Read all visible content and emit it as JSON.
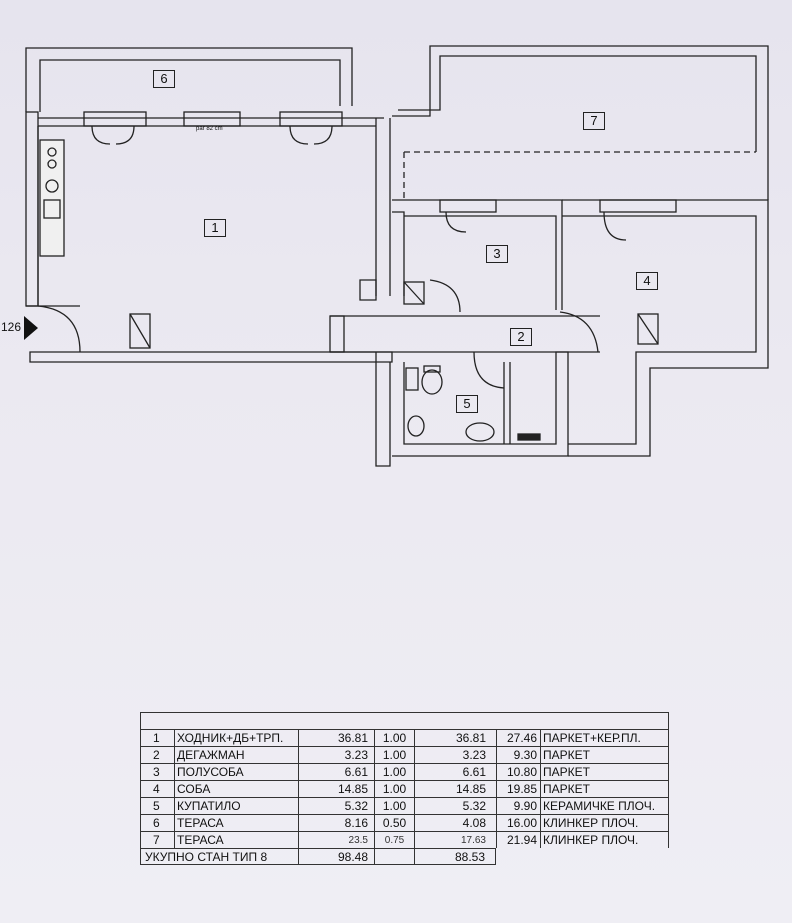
{
  "plan": {
    "entry_label": "126",
    "door_note": "par 82 cm",
    "rooms": [
      {
        "id": "1"
      },
      {
        "id": "2"
      },
      {
        "id": "3"
      },
      {
        "id": "4"
      },
      {
        "id": "5"
      },
      {
        "id": "6"
      },
      {
        "id": "7"
      }
    ]
  },
  "table": {
    "rows": [
      {
        "no": "1",
        "name": "ХОДНИК+ДБ+ТРП.",
        "area": "36.81",
        "coef": "1.00",
        "net": "36.81",
        "floor_area": "27.46",
        "material": "ПАРКЕТ+КЕР.ПЛ."
      },
      {
        "no": "2",
        "name": "ДЕГАЖМАН",
        "area": "3.23",
        "coef": "1.00",
        "net": "3.23",
        "floor_area": "9.30",
        "material": "ПАРКЕТ"
      },
      {
        "no": "3",
        "name": "ПОЛУСОБА",
        "area": "6.61",
        "coef": "1.00",
        "net": "6.61",
        "floor_area": "10.80",
        "material": "ПАРКЕТ"
      },
      {
        "no": "4",
        "name": "СОБА",
        "area": "14.85",
        "coef": "1.00",
        "net": "14.85",
        "floor_area": "19.85",
        "material": "ПАРКЕТ"
      },
      {
        "no": "5",
        "name": "КУПАТИЛО",
        "area": "5.32",
        "coef": "1.00",
        "net": "5.32",
        "floor_area": "9.90",
        "material": "КЕРАМИЧКЕ ПЛОЧ."
      },
      {
        "no": "6",
        "name": "ТЕРАСА",
        "area": "8.16",
        "coef": "0.50",
        "net": "4.08",
        "floor_area": "16.00",
        "material": "КЛИНКЕР ПЛОЧ."
      },
      {
        "no": "7",
        "name": "ТЕРАСА",
        "area": "23.5",
        "coef": "0.75",
        "net": "17.63",
        "floor_area": "21.94",
        "material": "КЛИНКЕР ПЛОЧ."
      }
    ],
    "total": {
      "label": "УКУПНО СТАН ТИП 8",
      "area": "98.48",
      "net": "88.53"
    }
  }
}
